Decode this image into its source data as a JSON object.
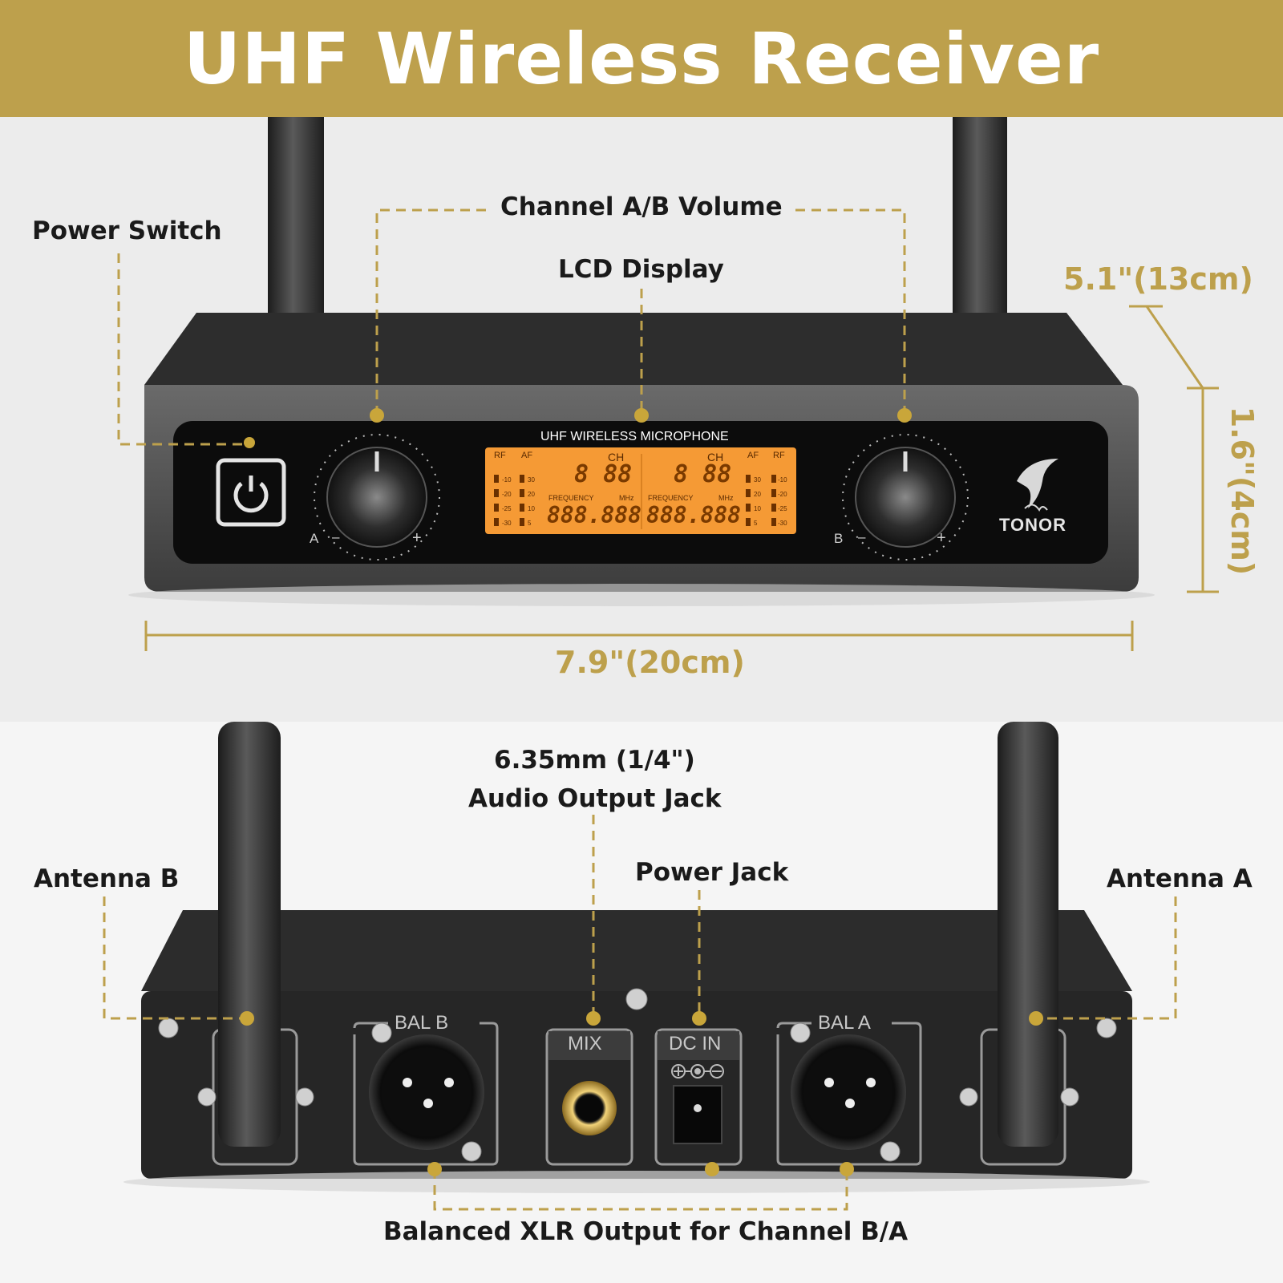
{
  "banner": {
    "title": "UHF Wireless Receiver"
  },
  "front": {
    "labels": {
      "power_switch": "Power Switch",
      "channel_volume": "Channel A/B Volume",
      "lcd_display": "LCD Display"
    },
    "dimensions": {
      "depth": "5.1\"(13cm)",
      "height": "1.6\"(4cm)",
      "width": "7.9\"(20cm)"
    },
    "lcd": {
      "title": "UHF WIRELESS MICROPHONE",
      "ch_label": "CH",
      "rf_label": "RF",
      "af_label": "AF",
      "frequency_label": "FREQUENCY",
      "mhz_label": "MHz",
      "ch_digits": "8 88",
      "freq_digits": "888.888",
      "meter_rf": [
        "-10",
        "-20",
        "-25",
        "-30"
      ],
      "meter_af": [
        "30",
        "20",
        "10",
        "5"
      ]
    },
    "knob_a": {
      "channel": "A",
      "minus": "–",
      "plus": "+"
    },
    "knob_b": {
      "channel": "B",
      "minus": "–",
      "plus": "+"
    },
    "brand": "TONOR"
  },
  "back": {
    "labels": {
      "audio_jack_line1": "6.35mm (1/4\")",
      "audio_jack_line2": "Audio Output Jack",
      "power_jack": "Power Jack",
      "antenna_b": "Antenna B",
      "antenna_a": "Antenna A",
      "xlr": "Balanced XLR Output for Channel B/A"
    },
    "ports": {
      "bal_b": "BAL B",
      "mix": "MIX",
      "dc_in": "DC IN",
      "bal_a": "BAL A"
    }
  },
  "colors": {
    "gold": "#bda04c",
    "lcd_orange": "#f59a35",
    "device_body": "#2b2b2b"
  }
}
